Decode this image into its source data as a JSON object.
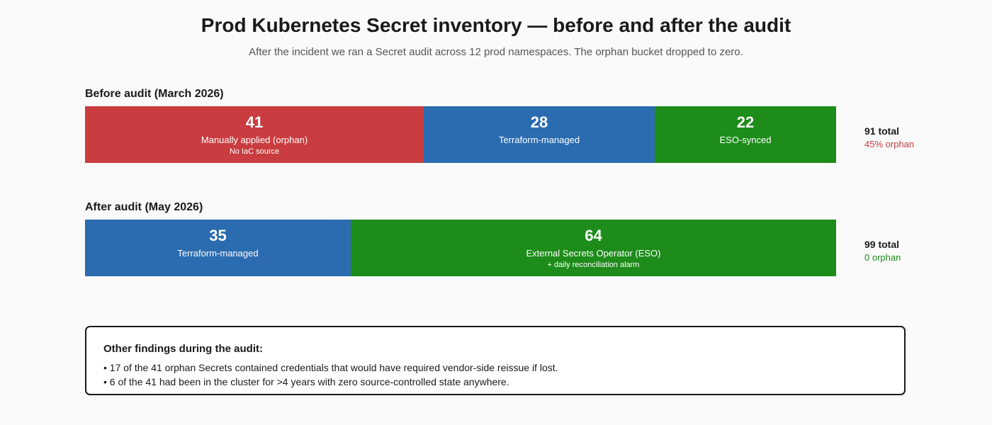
{
  "title": "Prod Kubernetes Secret inventory — before and after the audit",
  "subtitle": "After the incident we ran a Secret audit across 12 prod namespaces. The orphan bucket dropped to zero.",
  "chart_data": [
    {
      "type": "bar",
      "orientation": "horizontal-stacked",
      "title": "Before audit (March 2026)",
      "segments": [
        {
          "label": "Manually applied (orphan)",
          "sublabel": "No IaC source",
          "value": 41,
          "color": "#c93c3f"
        },
        {
          "label": "Terraform-managed",
          "sublabel": "",
          "value": 28,
          "color": "#2b6cb0"
        },
        {
          "label": "ESO-synced",
          "sublabel": "",
          "value": 22,
          "color": "#1d8c1a"
        }
      ],
      "total_label": "91 total",
      "note": "45% orphan",
      "note_color": "#c93c3f"
    },
    {
      "type": "bar",
      "orientation": "horizontal-stacked",
      "title": "After audit (May 2026)",
      "segments": [
        {
          "label": "Terraform-managed",
          "sublabel": "",
          "value": 35,
          "color": "#2b6cb0"
        },
        {
          "label": "External Secrets Operator (ESO)",
          "sublabel": "+ daily reconciliation alarm",
          "value": 64,
          "color": "#1d8c1a"
        }
      ],
      "total_label": "99 total",
      "note": "0 orphan",
      "note_color": "#1d8c1a"
    }
  ],
  "findings": {
    "title": "Other findings during the audit:",
    "items": [
      "• 17 of the 41 orphan Secrets contained credentials that would have required vendor-side reissue if lost.",
      "• 6 of the 41 had been in the cluster for >4 years with zero source-controlled state anywhere."
    ]
  }
}
